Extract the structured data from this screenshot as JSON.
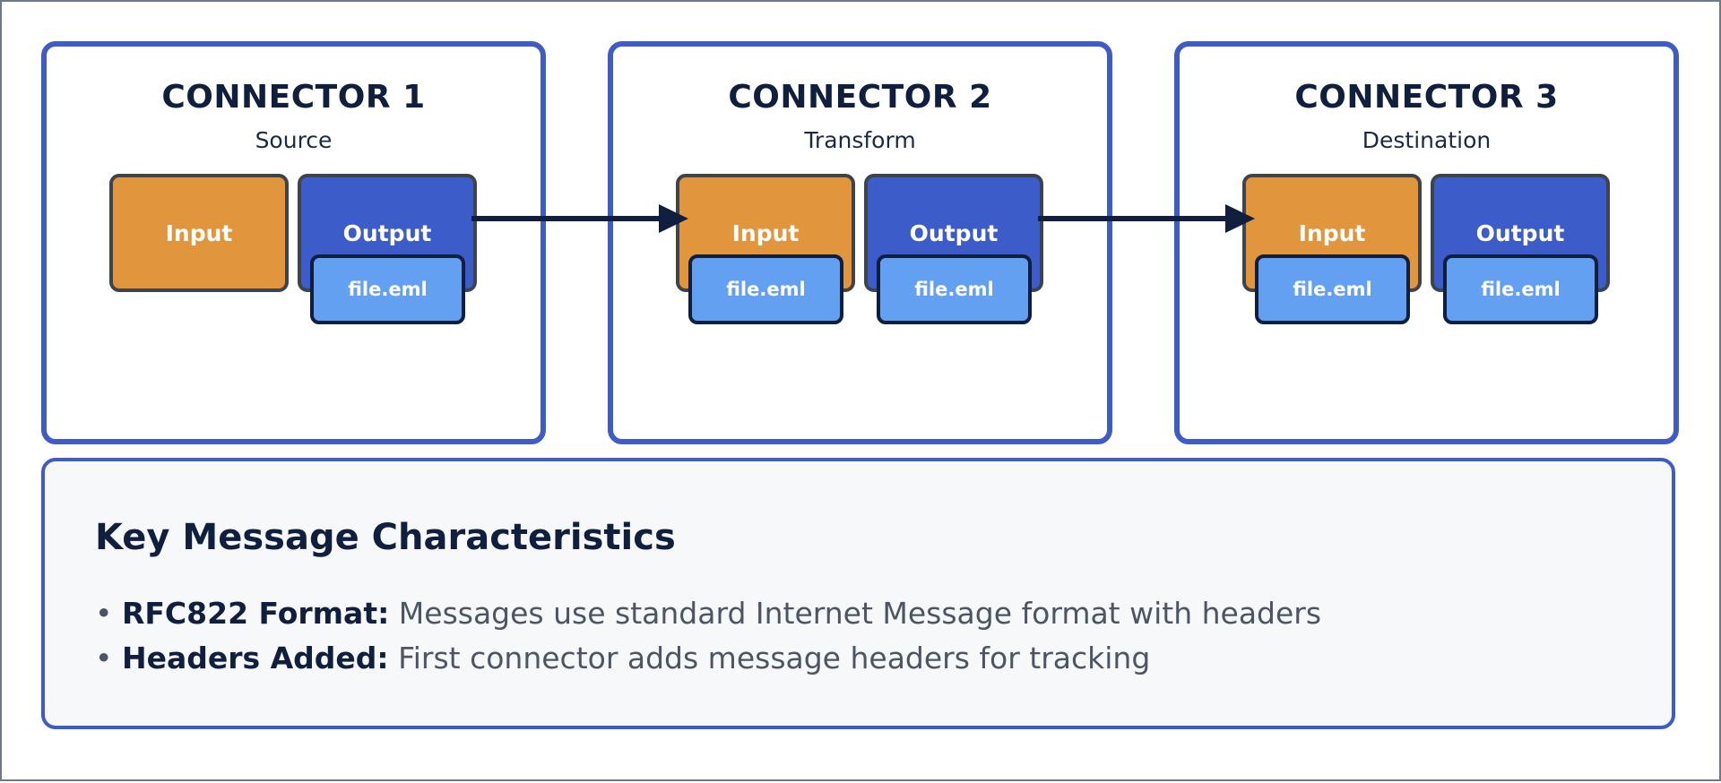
{
  "connectors": [
    {
      "title": "CONNECTOR 1",
      "subtitle": "Source",
      "input_label": "Input",
      "output_label": "Output",
      "output_file": "file.eml"
    },
    {
      "title": "CONNECTOR 2",
      "subtitle": "Transform",
      "input_label": "Input",
      "input_file": "file.eml",
      "output_label": "Output",
      "output_file": "file.eml"
    },
    {
      "title": "CONNECTOR 3",
      "subtitle": "Destination",
      "input_label": "Input",
      "input_file": "file.eml",
      "output_label": "Output",
      "output_file": "file.eml"
    }
  ],
  "panel": {
    "title": "Key Message Characteristics",
    "bullets": [
      {
        "term": "RFC822 Format:",
        "text": "Messages use standard Internet Message format with headers"
      },
      {
        "term": "Headers Added:",
        "text": "First connector adds message headers for tracking"
      }
    ]
  },
  "colors": {
    "connector_border": "#3f5bc4",
    "input_fill": "#e1963d",
    "output_fill": "#3c5cc9",
    "file_fill": "#64a0f2",
    "arrow": "#0f1f3d",
    "panel_fill": "#f6f8fa"
  }
}
